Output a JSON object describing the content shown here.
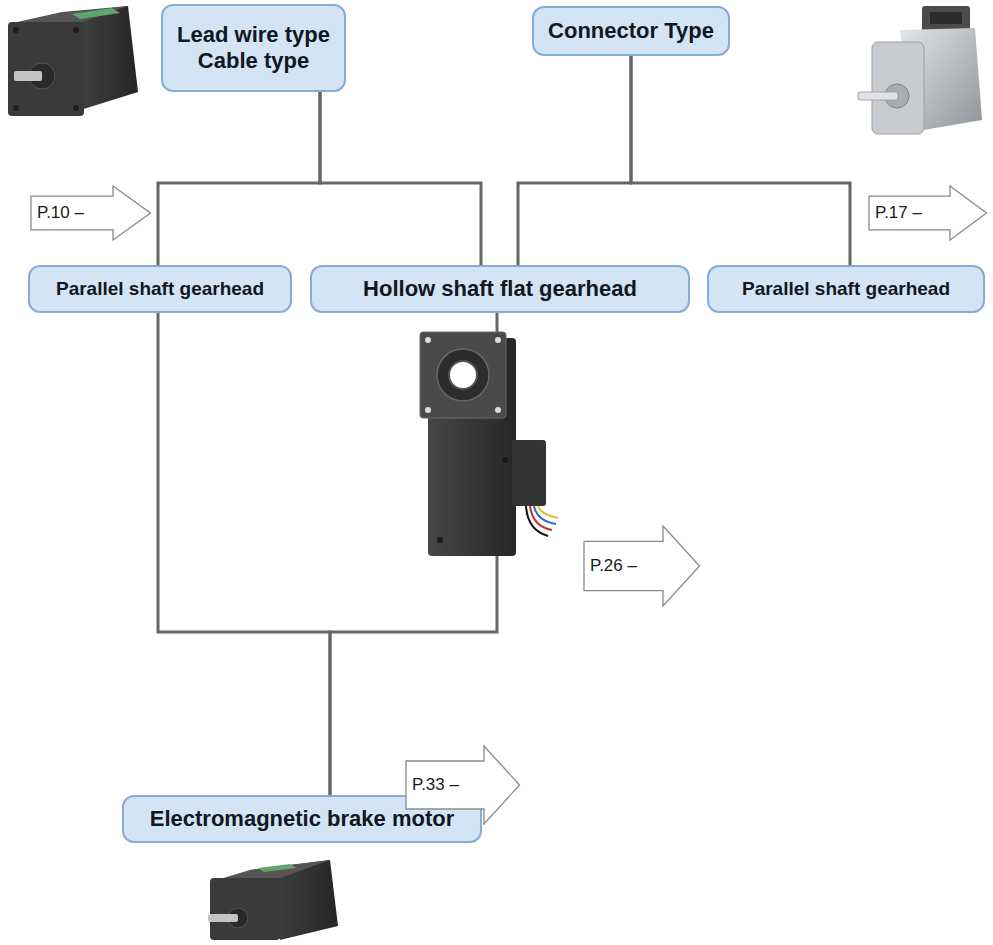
{
  "diagram": {
    "nodes": [
      {
        "text": [
          "Lead wire type Cable type"
        ]
      },
      {
        "text": [
          "Connector Type"
        ]
      },
      {
        "text": [
          "P.10 –"
        ]
      },
      {
        "text": [
          "P.17 –"
        ]
      },
      {
        "text": [
          "Parallel shaft gearhead"
        ]
      },
      {
        "text": [
          "Hollow shaft flat gearhead"
        ]
      },
      {
        "text": [
          "Parallel shaft gearhead"
        ]
      },
      {
        "text": [
          "P.26 –"
        ]
      },
      {
        "text": [
          "Electromagnetic brake motor"
        ]
      },
      {
        "text": [
          "P.33 –"
        ]
      }
    ],
    "edges": [
      {
        "from": 0,
        "to": 4,
        "arrow": "none"
      },
      {
        "from": 0,
        "to": 5,
        "arrow": "none"
      },
      {
        "from": 1,
        "to": 5,
        "arrow": "none"
      },
      {
        "from": 1,
        "to": 6,
        "arrow": "none"
      },
      {
        "from": 4,
        "to": 8,
        "arrow": "none"
      },
      {
        "from": 5,
        "to": 8,
        "arrow": "none"
      }
    ]
  }
}
